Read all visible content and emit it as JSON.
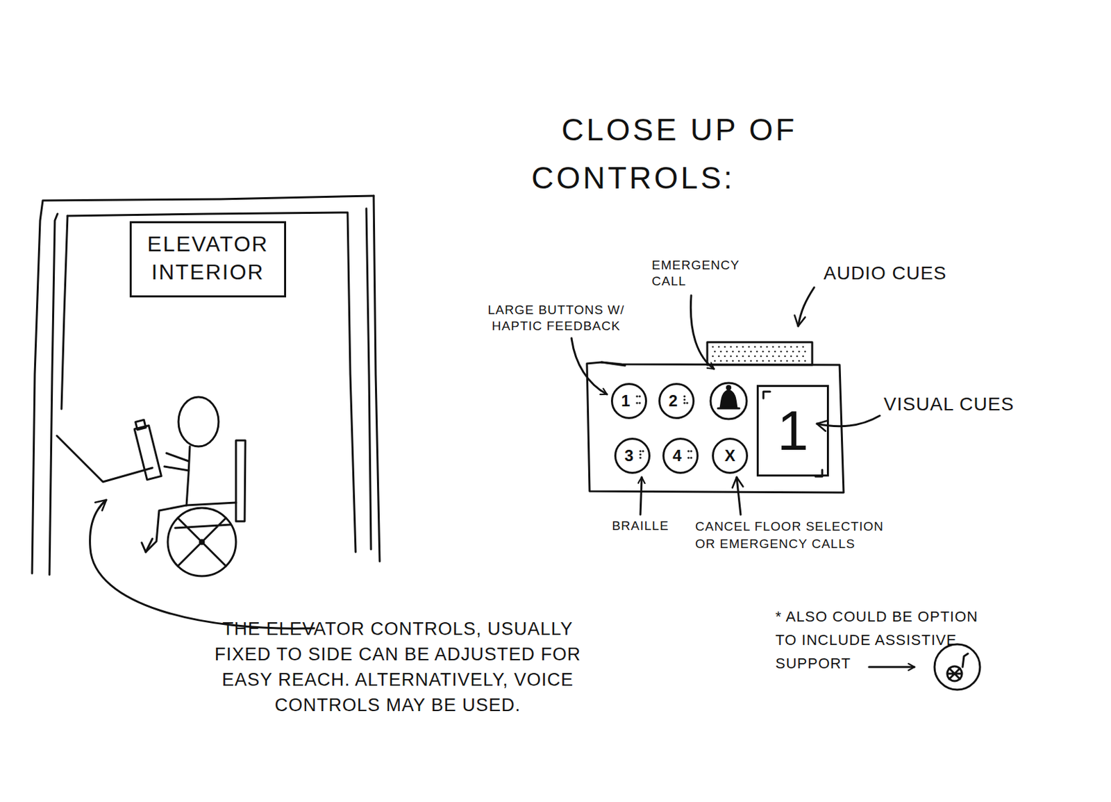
{
  "diagram": {
    "title": "CLOSE UP OF CONTROLS:",
    "nodes": [
      {
        "text": [
          "ELEVATOR INTERIOR"
        ]
      },
      {
        "text": [
          "1"
        ]
      },
      {
        "text": [
          "2"
        ]
      },
      {
        "text": [
          "1"
        ]
      },
      {
        "text": [
          "3"
        ]
      },
      {
        "text": [
          "4"
        ]
      },
      {
        "text": [
          "X"
        ]
      }
    ],
    "labels": [
      "LARGE BUTTONS W/ HAPTIC FEEDBACK",
      "EMERGENCY CALL",
      "AUDIO CUES",
      "VISUAL CUES",
      "BRAILLE",
      "CANCEL FLOOR SELECTION OR EMERGENCY CALLS",
      "THE ELEVATOR CONTROLS, USUALLY FIXED TO SIDE CAN BE ADJUSTED FOR EASY REACH. ALTERNATIVELY, VOICE CONTROLS MAY BE USED.",
      "* ALSO COULD BE OPTION TO INCLUDE ASSISTIVE SUPPORT"
    ]
  }
}
